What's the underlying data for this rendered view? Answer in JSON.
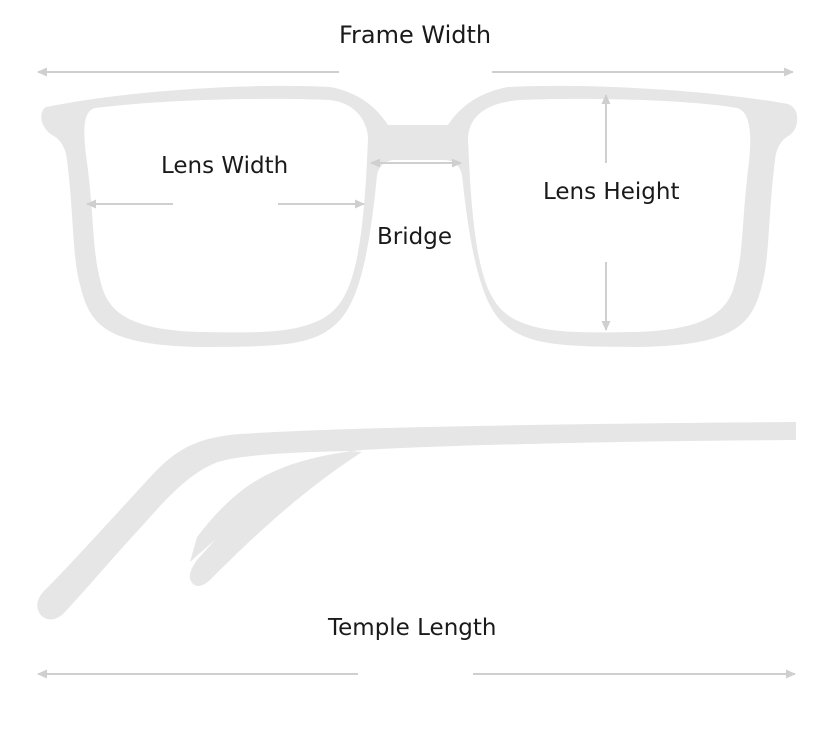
{
  "labels": {
    "frame_width": "Frame Width",
    "lens_width": "Lens Width",
    "lens_height": "Lens Height",
    "bridge": "Bridge",
    "temple_length": "Temple Length"
  },
  "colors": {
    "frame": "#e6e6e6",
    "arrow": "#cfcfcf",
    "text": "#1a1a1a"
  }
}
